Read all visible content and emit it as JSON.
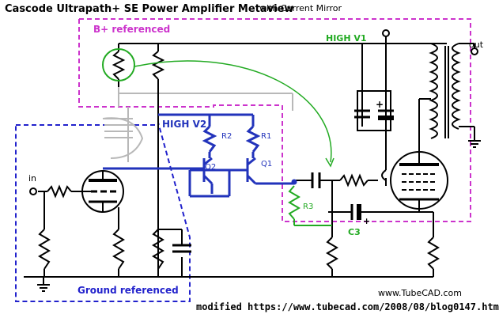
{
  "title": "Cascode Ultrapath+ SE Power Amplifier Metaview",
  "subtitle": "with Current Mirror",
  "labels": {
    "b_plus_ref": "B+ referenced",
    "ground_ref": "Ground referenced",
    "high_v1": "HIGH V1",
    "high_v2": "HIGH V2",
    "in": "in",
    "out": "out",
    "r1": "R1",
    "r2": "R2",
    "r3": "R3",
    "q1": "Q1",
    "q2": "Q2",
    "c3": "C3",
    "site": "www.TubeCAD.com",
    "modified": "modified https://www.tubecad.com/2008/08/blog0147.htm"
  },
  "colors": {
    "wire": "#000000",
    "magenta": "#cc33cc",
    "blue": "#2222cc",
    "green": "#22aa22",
    "grey": "#b8b8b8",
    "ground_blue": "#1a1acc"
  }
}
